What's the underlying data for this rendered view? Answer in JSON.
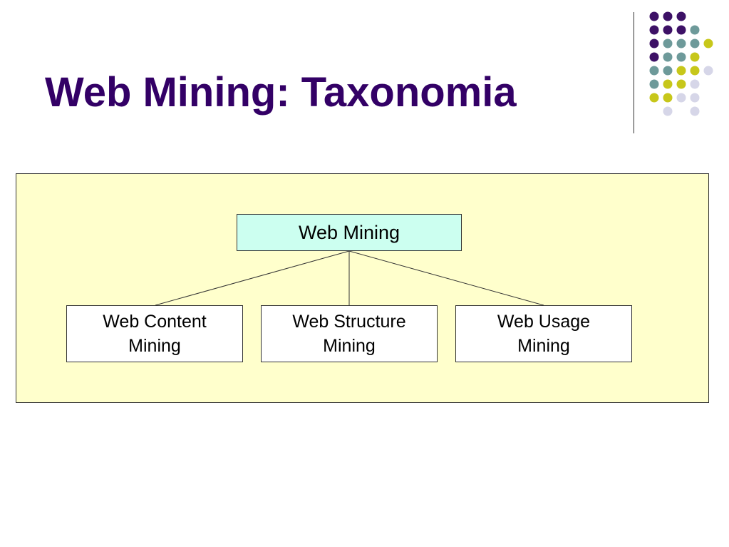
{
  "slide": {
    "title": "Web Mining: Taxonomia"
  },
  "colors": {
    "title_text": "#330066",
    "dot_purple": "#3d1166",
    "dot_teal": "#6e9a9a",
    "dot_olive": "#c7c71a",
    "dot_lavender": "#d6d6e8",
    "panel_fill": "#ffffcc",
    "root_fill": "#ccfff0",
    "child_fill": "#ffffff",
    "border": "#333333"
  },
  "decoration": {
    "dot_grid": [
      [
        "purple",
        "purple",
        "purple",
        null,
        null
      ],
      [
        "purple",
        "purple",
        "purple",
        "teal",
        null
      ],
      [
        "purple",
        "teal",
        "teal",
        "teal",
        "olive"
      ],
      [
        "purple",
        "teal",
        "teal",
        "olive",
        null
      ],
      [
        "teal",
        "teal",
        "olive",
        "olive",
        "lavender"
      ],
      [
        "teal",
        "olive",
        "olive",
        "lavender",
        null
      ],
      [
        "olive",
        "olive",
        "lavender",
        "lavender",
        null
      ],
      [
        null,
        "lavender",
        null,
        "lavender",
        null
      ]
    ]
  },
  "diagram": {
    "root": {
      "label": "Web Mining"
    },
    "children": [
      {
        "label": "Web Content Mining"
      },
      {
        "label": "Web Structure Mining"
      },
      {
        "label": "Web Usage Mining"
      }
    ]
  }
}
